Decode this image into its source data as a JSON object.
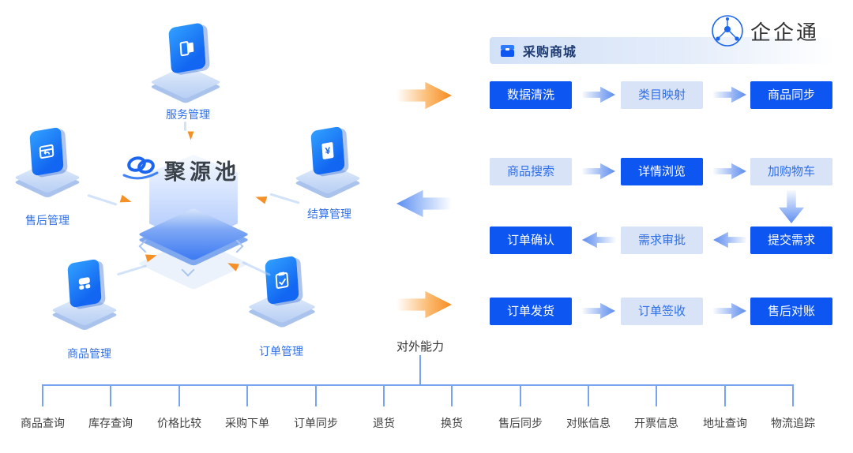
{
  "brand": {
    "name": "企企通",
    "icon": "qiqitong-logo-icon"
  },
  "hub": {
    "title": "聚源池",
    "icon": "juyuanchi-logo-icon"
  },
  "modules": [
    {
      "label": "服务管理",
      "icon": "service-icon"
    },
    {
      "label": "售后管理",
      "icon": "aftersales-icon"
    },
    {
      "label": "结算管理",
      "icon": "settlement-icon"
    },
    {
      "label": "商品管理",
      "icon": "product-icon"
    },
    {
      "label": "订单管理",
      "icon": "order-icon"
    }
  ],
  "mall": {
    "title": "采购商城",
    "header_icon": "mall-box-icon",
    "rows": [
      {
        "direction": "right",
        "steps": [
          {
            "label": "数据清洗",
            "style": "solid"
          },
          {
            "label": "类目映射",
            "style": "light"
          },
          {
            "label": "商品同步",
            "style": "solid"
          }
        ]
      },
      {
        "direction": "right",
        "steps": [
          {
            "label": "商品搜索",
            "style": "light"
          },
          {
            "label": "详情浏览",
            "style": "solid"
          },
          {
            "label": "加购物车",
            "style": "light"
          }
        ]
      },
      {
        "direction": "left",
        "steps": [
          {
            "label": "订单确认",
            "style": "solid"
          },
          {
            "label": "需求审批",
            "style": "light"
          },
          {
            "label": "提交需求",
            "style": "solid"
          }
        ]
      },
      {
        "direction": "right",
        "steps": [
          {
            "label": "订单发货",
            "style": "solid"
          },
          {
            "label": "订单签收",
            "style": "light"
          },
          {
            "label": "售后对账",
            "style": "solid"
          }
        ]
      }
    ]
  },
  "external": {
    "label": "对外能力",
    "capabilities": [
      "商品查询",
      "库存查询",
      "价格比较",
      "采购下单",
      "订单同步",
      "退货",
      "换货",
      "售后同步",
      "对账信息",
      "开票信息",
      "地址查询",
      "物流追踪"
    ]
  },
  "colors": {
    "primary": "#0D56F2",
    "light_box_bg": "#D8E3F8",
    "light_box_text": "#2F6FE8",
    "orange": "#F68B1F",
    "line_blue": "#78A3F2",
    "header_navy": "#1D3A70"
  }
}
